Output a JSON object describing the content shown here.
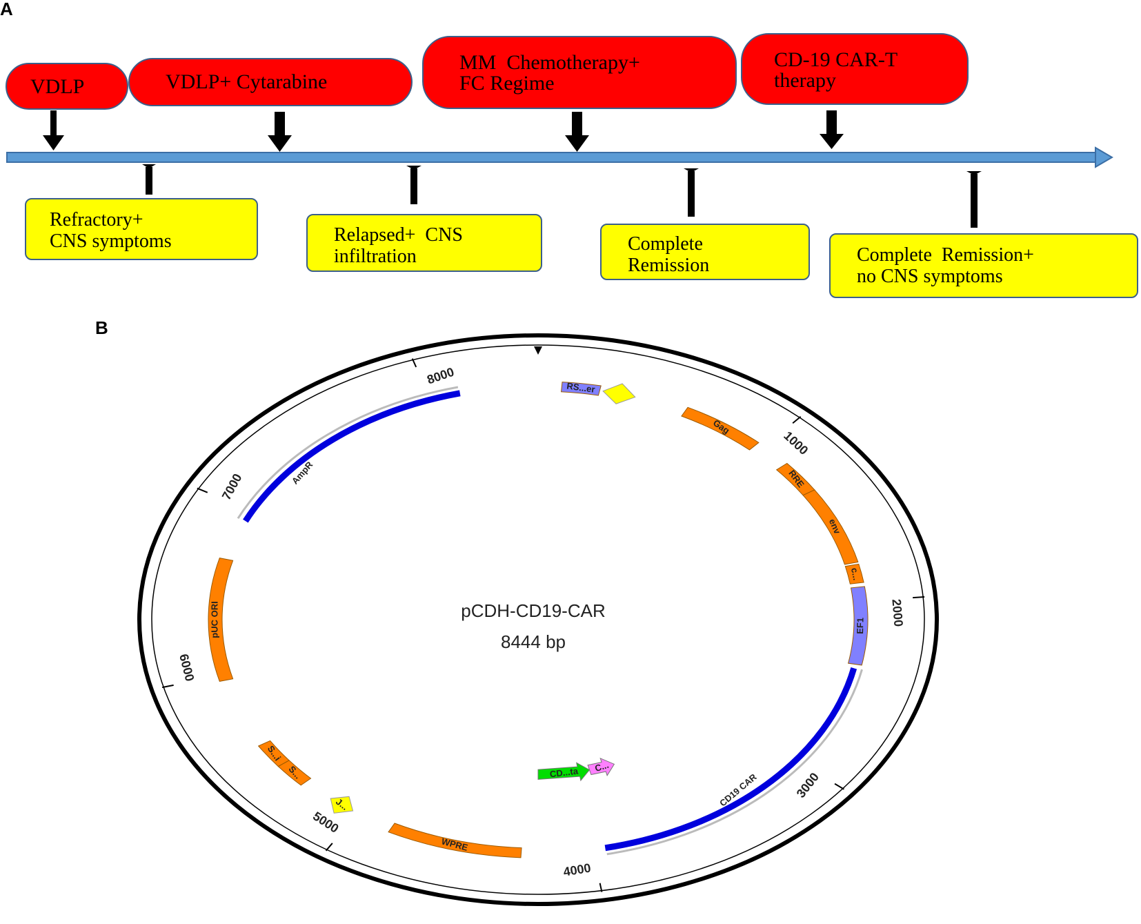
{
  "panelA": {
    "letter": "A",
    "treatments": [
      {
        "line1": "VDLP",
        "line2": ""
      },
      {
        "line1": "VDLP+ Cytarabine",
        "line2": ""
      },
      {
        "line1": "MM  Chemotherapy+",
        "line2": "FC Regime"
      },
      {
        "line1": "CD-19 CAR-T",
        "line2": "therapy"
      }
    ],
    "states": [
      {
        "line1": "Refractory+",
        "line2": "CNS symptoms"
      },
      {
        "line1": "Relapsed+  CNS",
        "line2": "infiltration"
      },
      {
        "line1": "Complete",
        "line2": "Remission"
      },
      {
        "line1": "Complete  Remission+",
        "line2": "no CNS symptoms"
      }
    ],
    "colors": {
      "treatment": "#ff0000",
      "state": "#ffff00",
      "timeline": "#5b9bd5",
      "border": "#3b5f8a"
    }
  },
  "panelB": {
    "letter": "B",
    "plasmid_name": "pCDH-CD19-CAR",
    "plasmid_size": "8444 bp",
    "total_bp": 8444,
    "ticks": [
      "1000",
      "2000",
      "3000",
      "4000",
      "5000",
      "6000",
      "7000",
      "8000"
    ],
    "features": [
      {
        "label": "RS...er",
        "color": "#8080ff"
      },
      {
        "label": "",
        "color": "#ffff00"
      },
      {
        "label": "Gag",
        "color": "#ff8000"
      },
      {
        "label": "RRE",
        "color": "#ff8000"
      },
      {
        "label": "env",
        "color": "#ff8000"
      },
      {
        "label": "c...",
        "color": "#ff8000"
      },
      {
        "label": "EF1",
        "color": "#8080ff"
      },
      {
        "label": "CD19 CAR",
        "color": "#0000dd"
      },
      {
        "label": "C...",
        "color": "#ff80ff"
      },
      {
        "label": "CD...ta",
        "color": "#00dd00"
      },
      {
        "label": "WPRE",
        "color": "#ff8000"
      },
      {
        "label": "J...",
        "color": "#ffff00"
      },
      {
        "label": "S...",
        "color": "#ff8000"
      },
      {
        "label": "S...i",
        "color": "#ff8000"
      },
      {
        "label": "pUC ORI",
        "color": "#ff8000"
      },
      {
        "label": "AmpR",
        "color": "#0000dd"
      }
    ]
  }
}
